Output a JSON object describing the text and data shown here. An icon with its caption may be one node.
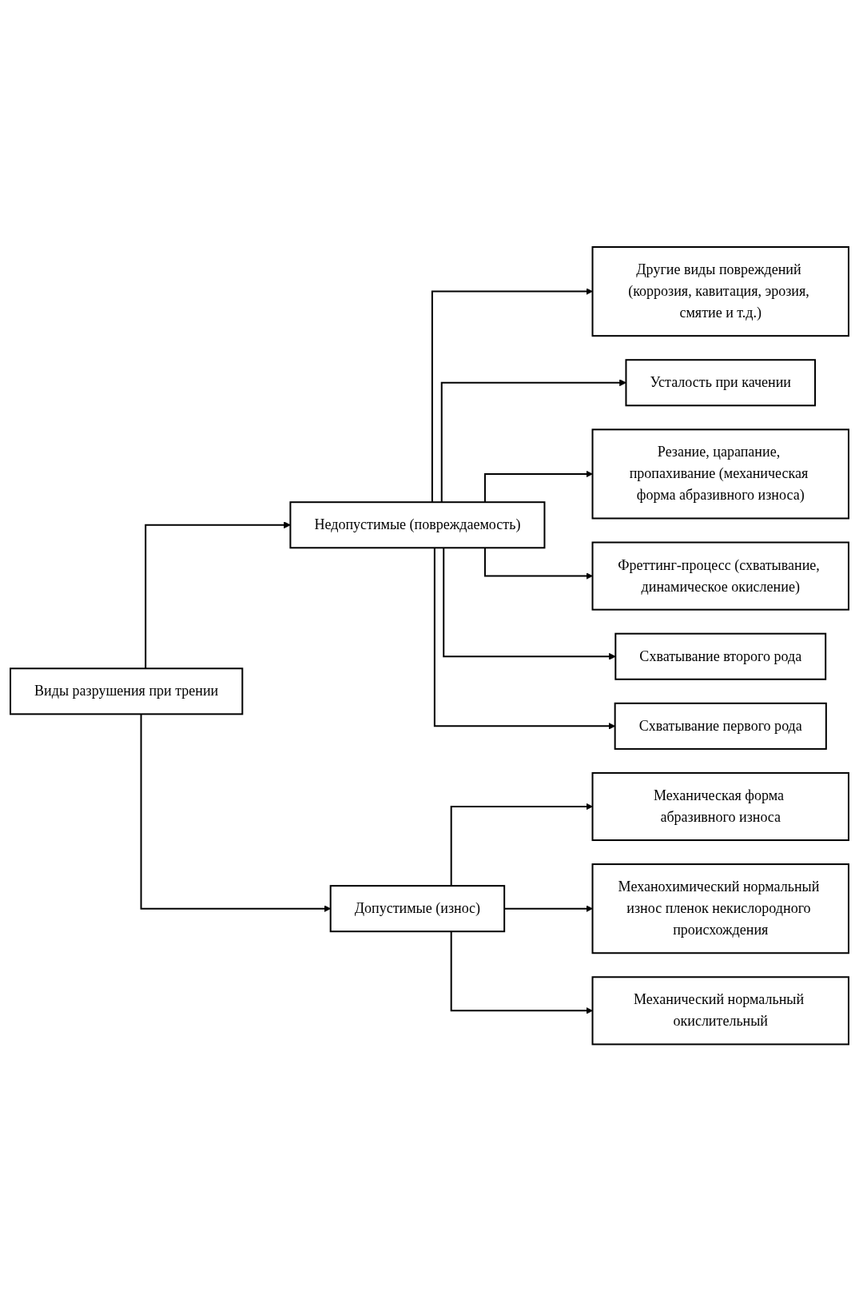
{
  "diagram": {
    "nodes": [
      {
        "text": [
          "Виды разрушения при трении"
        ]
      },
      {
        "text": [
          "Недопустимые (повреждаемость)"
        ]
      },
      {
        "text": [
          "Другие виды повреждений (коррозия, кавитация, эрозия, смятие и т.д.)"
        ]
      },
      {
        "text": [
          "Усталость при качении"
        ]
      },
      {
        "text": [
          "Резание, царапание, пропахивание (механическая форма абразивного износа)"
        ]
      },
      {
        "text": [
          "Фреттинг-процесс (схватывание, динамическое окисление)"
        ]
      },
      {
        "text": [
          "Схватывание второго рода"
        ]
      },
      {
        "text": [
          "Схватывание первого рода"
        ]
      },
      {
        "text": [
          "Допустимые (износ)"
        ]
      },
      {
        "text": [
          "Механическая форма абразивного износа"
        ]
      },
      {
        "text": [
          "Механохимический нормальный износ пленок некислородного происхождения"
        ]
      },
      {
        "text": [
          "Механический нормальный окислительный"
        ]
      }
    ],
    "edges": [
      {
        "from": 0,
        "to": 1,
        "arrow": "to"
      },
      {
        "from": 0,
        "to": 8,
        "arrow": "to"
      },
      {
        "from": 1,
        "to": 2,
        "arrow": "to"
      },
      {
        "from": 1,
        "to": 3,
        "arrow": "to"
      },
      {
        "from": 1,
        "to": 4,
        "arrow": "to"
      },
      {
        "from": 1,
        "to": 5,
        "arrow": "to"
      },
      {
        "from": 1,
        "to": 6,
        "arrow": "to"
      },
      {
        "from": 1,
        "to": 7,
        "arrow": "to"
      },
      {
        "from": 8,
        "to": 9,
        "arrow": "to"
      },
      {
        "from": 8,
        "to": 10,
        "arrow": "to"
      },
      {
        "from": 8,
        "to": 11,
        "arrow": "to"
      }
    ]
  }
}
